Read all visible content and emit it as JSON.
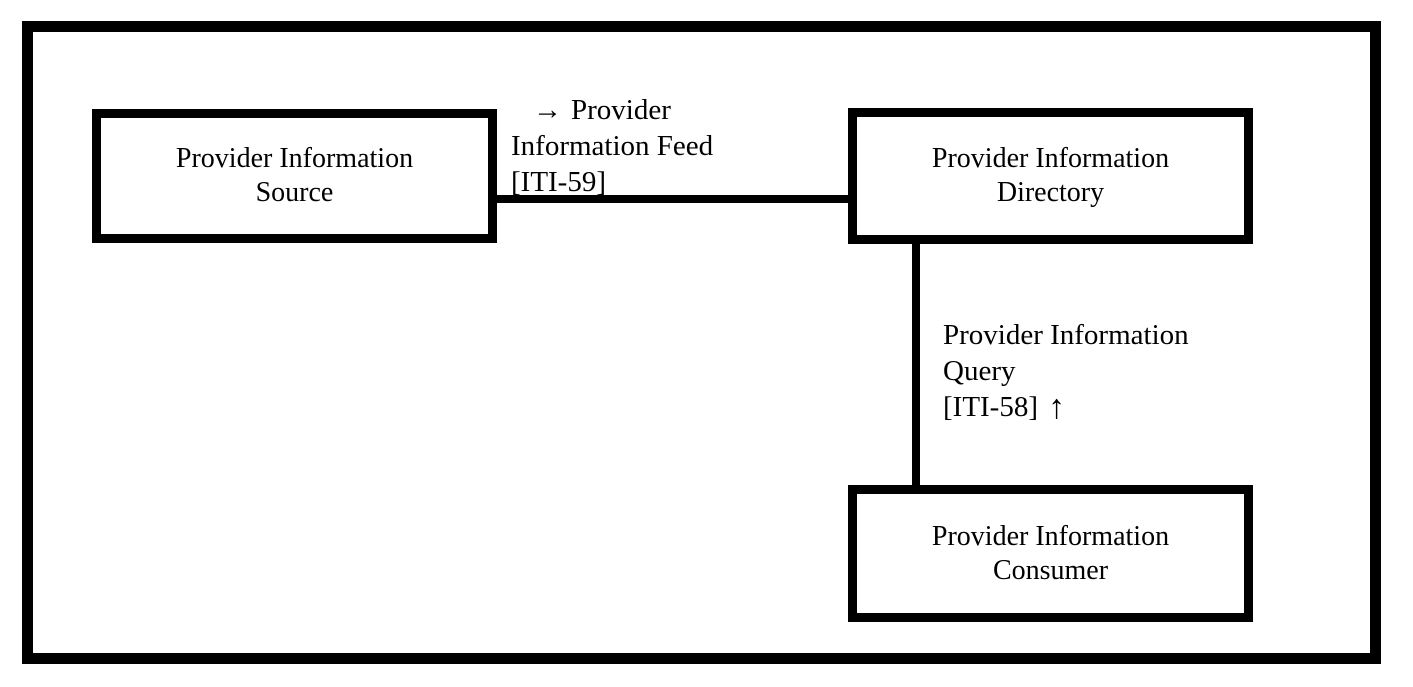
{
  "actors": {
    "source": {
      "line1": "Provider Information",
      "line2": "Source"
    },
    "directory": {
      "line1": "Provider Information",
      "line2": "Directory"
    },
    "consumer": {
      "line1": "Provider Information",
      "line2": "Consumer"
    }
  },
  "transactions": {
    "feed": {
      "arrow": "→",
      "line1": "Provider",
      "line2": "Information Feed",
      "line3": "[ITI-59]"
    },
    "query": {
      "line1": "Provider Information",
      "line2": "Query",
      "line3": "[ITI-58]",
      "arrow": "↑"
    }
  },
  "colors": {
    "line": "#000000",
    "text": "#000000",
    "background": "#ffffff"
  }
}
